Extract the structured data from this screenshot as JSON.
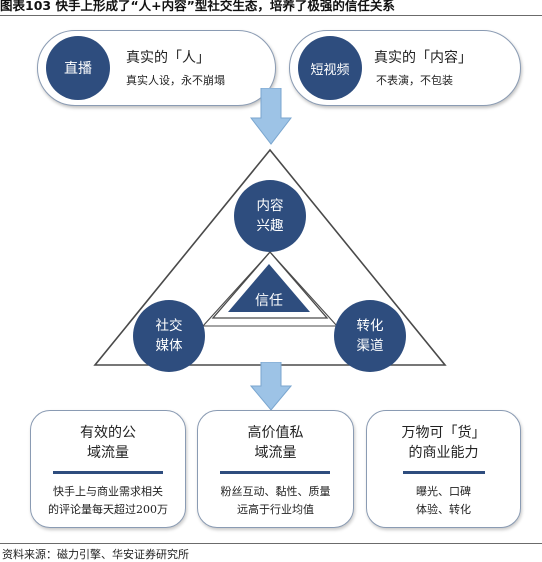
{
  "title": "图表103 快手上形成了“人+内容”型社交生态，培养了极强的信任关系",
  "top": {
    "live": {
      "circle": "直播",
      "heading": "真实的「人」",
      "sub": "真实人设，永不崩塌"
    },
    "video": {
      "circle": "短视频",
      "heading": "真实的「内容」",
      "sub": "不表演，不包装"
    }
  },
  "triangle": {
    "top_node": "内容\n兴趣",
    "left_node": "社交\n媒体",
    "right_node": "转化\n渠道",
    "center": "信任"
  },
  "boxes": [
    {
      "title": "有效的公\n域流量",
      "desc": "快手上与商业需求相关\n的评论量每天超过200万"
    },
    {
      "title": "高价值私\n域流量",
      "desc": "粉丝互动、黏性、质量\n远高于行业均值"
    },
    {
      "title": "万物可「货」\n的商业能力",
      "desc": "曝光、口碑\n体验、转化"
    }
  ],
  "source": "资料来源：磁力引擎、华安证券研究所",
  "colors": {
    "node": "#2e4d7e",
    "arrow": "#9dc3e6",
    "arrow_border": "#7aa6cf"
  }
}
